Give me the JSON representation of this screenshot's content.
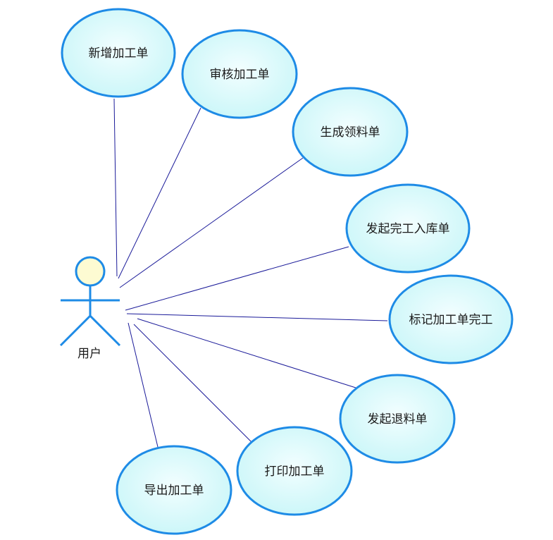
{
  "actor": {
    "name": "用户",
    "icon": "stick-figure-actor-icon"
  },
  "use_cases": [
    {
      "id": "uc-1",
      "label": "新增加工单"
    },
    {
      "id": "uc-2",
      "label": "审核加工单"
    },
    {
      "id": "uc-3",
      "label": "生成领料单"
    },
    {
      "id": "uc-4",
      "label": "发起完工入库单"
    },
    {
      "id": "uc-5",
      "label": "标记加工单完工"
    },
    {
      "id": "uc-6",
      "label": "发起退料单"
    },
    {
      "id": "uc-7",
      "label": "打印加工单"
    },
    {
      "id": "uc-8",
      "label": "导出加工单"
    }
  ],
  "colors": {
    "ellipse_fill": "#d6fafb",
    "ellipse_stroke": "#1e8be6",
    "association_line": "#1a1a99",
    "actor_stroke": "#1e8be6",
    "actor_head_fill": "#fdfbd2"
  }
}
